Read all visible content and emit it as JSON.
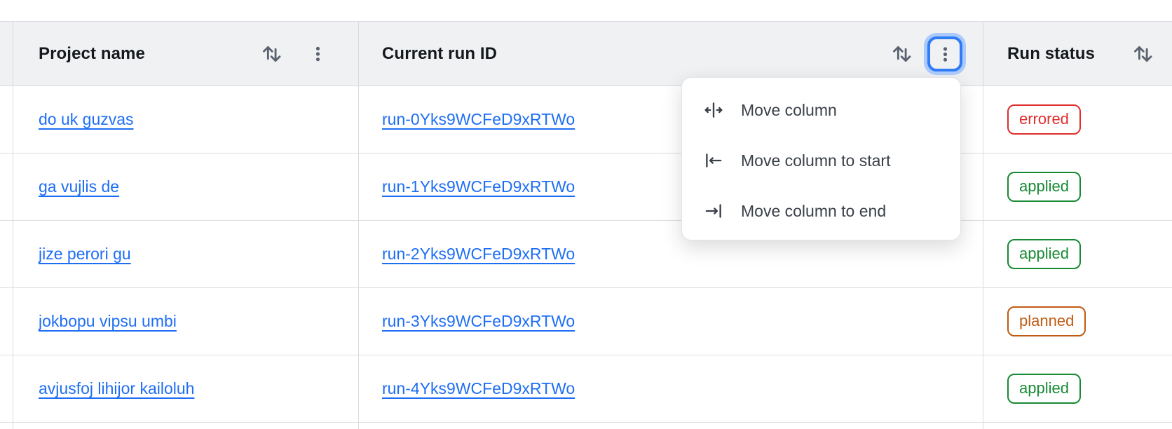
{
  "table": {
    "columns": [
      {
        "label": "Project name",
        "sort_icon": "sort-arrows-icon",
        "menu_icon": "kebab-icon"
      },
      {
        "label": "Current run ID",
        "sort_icon": "sort-arrows-icon",
        "menu_icon": "kebab-icon",
        "menu_open": true
      },
      {
        "label": "Run status",
        "sort_icon": "sort-arrows-icon"
      }
    ],
    "rows": [
      {
        "project": "do uk guzvas",
        "run_id": "run-0Yks9WCFeD9xRTWo",
        "status": "errored"
      },
      {
        "project": "ga vujlis de",
        "run_id": "run-1Yks9WCFeD9xRTWo",
        "status": "applied"
      },
      {
        "project": "jize perori gu",
        "run_id": "run-2Yks9WCFeD9xRTWo",
        "status": "applied"
      },
      {
        "project": "jokbopu vipsu umbi",
        "run_id": "run-3Yks9WCFeD9xRTWo",
        "status": "planned"
      },
      {
        "project": "avjusfoj lihijor kailoluh",
        "run_id": "run-4Yks9WCFeD9xRTWo",
        "status": "applied"
      }
    ]
  },
  "column_menu": {
    "items": [
      {
        "label": "Move column",
        "icon": "move-column-icon"
      },
      {
        "label": "Move column to start",
        "icon": "move-column-to-start-icon"
      },
      {
        "label": "Move column to end",
        "icon": "move-column-to-end-icon"
      }
    ]
  },
  "colors": {
    "header_bg": "#f0f1f2",
    "border": "#d8dade",
    "row_border": "#dcdee1",
    "link_blue": "#1e6ef5",
    "focus_ring_inner": "#2f7cf6",
    "focus_ring_outer": "#abc9fb",
    "icon_gray": "#5b6270",
    "menu_text": "#3a4048",
    "status_errored": "#e02d2d",
    "status_applied": "#178a33",
    "status_planned": "#c05a11"
  }
}
